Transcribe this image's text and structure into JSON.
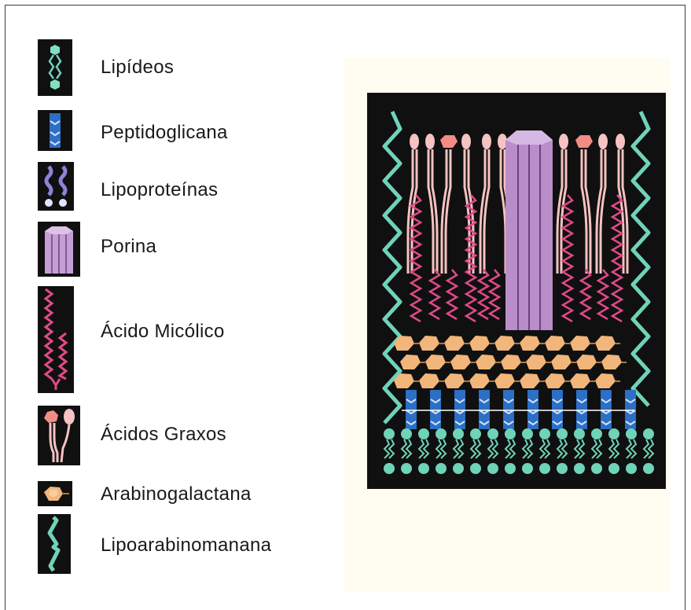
{
  "legend": [
    {
      "icon": "lipid-icon",
      "label": "Lipídeos"
    },
    {
      "icon": "peptidoglycan-icon",
      "label": "Peptidoglicana"
    },
    {
      "icon": "lipoprotein-icon",
      "label": "Lipoproteínas"
    },
    {
      "icon": "porin-icon",
      "label": "Porina"
    },
    {
      "icon": "mycolic-acid-icon",
      "label": "Ácido Micólico"
    },
    {
      "icon": "fatty-acids-icon",
      "label": "Ácidos Graxos"
    },
    {
      "icon": "arabinogalactan-icon",
      "label": "Arabinogalactana"
    },
    {
      "icon": "lipoarabinomannan-icon",
      "label": "Lipoarabinomanana"
    }
  ],
  "colors": {
    "background_dark": "#101010",
    "teal": "#6fd3b8",
    "pink_zigzag": "#e04a86",
    "light_pink": "#f6c2c2",
    "salmon": "#f48c86",
    "porin": "#b98ec8",
    "porin_dark": "#6e3f82",
    "orange": "#f2b57a",
    "blue": "#2c6fc4",
    "lipoprotein": "#7a72c8"
  }
}
